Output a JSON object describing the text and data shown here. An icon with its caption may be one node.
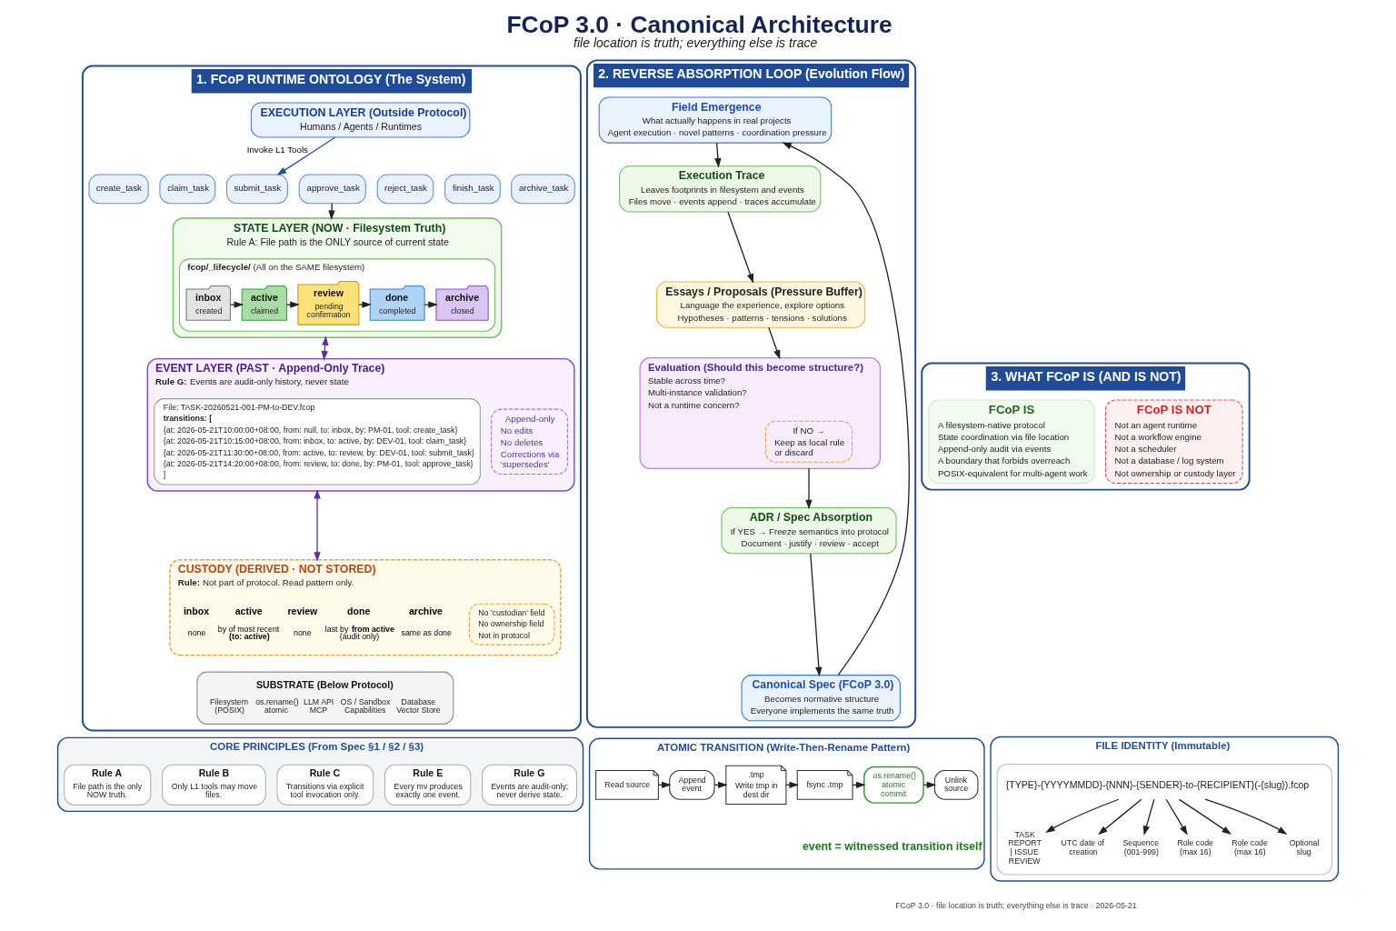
{
  "diagram": {
    "title": "FCoP 3.0 · Canonical Architecture",
    "caption": "file location is truth; everything else is trace",
    "nodes": [
      {
        "text": [
          "1. FCoP RUNTIME ONTOLOGY (The System)"
        ]
      },
      {
        "text": [
          "EXECUTION LAYER (Outside Protocol)",
          "Humans / Agents / Runtimes"
        ],
        "in": 0
      },
      {
        "text": [
          "create_task"
        ],
        "in": 0
      },
      {
        "text": [
          "claim_task"
        ],
        "in": 0
      },
      {
        "text": [
          "submit_task"
        ],
        "in": 0
      },
      {
        "text": [
          "approve_task"
        ],
        "in": 0
      },
      {
        "text": [
          "reject_task"
        ],
        "in": 0
      },
      {
        "text": [
          "finish_task"
        ],
        "in": 0
      },
      {
        "text": [
          "archive_task"
        ],
        "in": 0
      },
      {
        "text": [
          "STATE LAYER (NOW · Filesystem Truth)",
          "Rule A: File path is the ONLY source of current state"
        ],
        "in": 0
      },
      {
        "text": [
          "**fcop/_lifecycle/** (All on the SAME filesystem)"
        ],
        "in": 9
      },
      {
        "text": [
          "inbox",
          "created"
        ],
        "in": 10
      },
      {
        "text": [
          "active",
          "claimed"
        ],
        "in": 10
      },
      {
        "text": [
          "review",
          "pending confirmation"
        ],
        "in": 10
      },
      {
        "text": [
          "done",
          "completed"
        ],
        "in": 10
      },
      {
        "text": [
          "archive",
          "closed"
        ],
        "in": 10
      },
      {
        "text": [
          "EVENT LAYER (PAST · Append-Only Trace)",
          "**Rule G:** Events are audit-only history, never state"
        ],
        "in": 0
      },
      {
        "text": [
          "File: TASK-20260521-001-PM-to-DEV.fcop",
          "transitions: [",
          "{at: 2026-05-21T10:00:00+08:00, from: null, to: inbox, by: PM-01, tool: create_task}",
          "{at: 2026-05-21T10:15:00+08:00, from: inbox, to: active, by: DEV-01, tool: claim_task}",
          "{at: 2026-05-21T11:30:00+08:00, from: active, to: review, by: DEV-01, tool: submit_task}",
          "{at: 2026-05-21T14:20:00+08:00, from: review, to: done, by: PM-01, tool: approve_task}",
          "]"
        ],
        "in": 16
      },
      {
        "text": [
          "Append-only",
          "No edits",
          "No deletes",
          "Corrections via 'supersedes'"
        ],
        "in": 16
      },
      {
        "text": [
          "CUSTODY (DERIVED · NOT STORED)",
          "**Rule:** Not part of protocol. Read pattern only."
        ],
        "in": 0
      },
      {
        "text": [
          "No 'custodian' field",
          "No ownership field",
          "Not in protocol"
        ],
        "in": 19
      },
      {
        "text": [
          "SUBSTRATE (Below Protocol)",
          "Filesystem (POSIX)",
          "os.rename() atomic",
          "LLM API MCP",
          "OS / Sandbox Capabilities",
          "Database Vector Store"
        ],
        "in": 0
      },
      {
        "text": [
          "2. REVERSE ABSORPTION LOOP (Evolution Flow)"
        ]
      },
      {
        "text": [
          "Field Emergence",
          "What actually happens in real projects",
          "Agent execution · novel patterns · coordination pressure"
        ],
        "in": 22
      },
      {
        "text": [
          "Execution Trace",
          "Leaves footprints in filesystem and events",
          "Files move · events append · traces accumulate"
        ],
        "in": 22
      },
      {
        "text": [
          "Essays / Proposals (Pressure Buffer)",
          "Language the experience, explore options",
          "Hypotheses · patterns · tensions · solutions"
        ],
        "in": 22
      },
      {
        "text": [
          "Evaluation (Should this become structure?)",
          "Stable across time?",
          "Multi-instance validation?",
          "Not a runtime concern?"
        ],
        "in": 22
      },
      {
        "text": [
          "If NO →",
          "Keep as local rule or discard"
        ],
        "in": 26
      },
      {
        "text": [
          "ADR / Spec Absorption",
          "If YES → Freeze semantics into protocol",
          "Document · justify · review · accept"
        ],
        "in": 22
      },
      {
        "text": [
          "Canonical Spec (FCoP 3.0)",
          "Becomes normative structure",
          "Everyone implements the same truth"
        ],
        "in": 22
      },
      {
        "text": [
          "3. WHAT FCoP IS (AND IS NOT)"
        ]
      },
      {
        "text": [
          "FCoP IS",
          "A filesystem-native protocol",
          "State coordination via file location",
          "Append-only audit via events",
          "A boundary that forbids overreach",
          "POSIX-equivalent for multi-agent work"
        ],
        "in": 30
      },
      {
        "text": [
          "FCoP IS NOT",
          "Not an agent runtime",
          "Not a workflow engine",
          "Not a scheduler",
          "Not a database / log system",
          "Not ownership or custody layer"
        ],
        "in": 30
      },
      {
        "text": [
          "CORE PRINCIPLES (From Spec §1 / §2 / §3)"
        ]
      },
      {
        "text": [
          "Rule A",
          "File path is the only NOW truth."
        ],
        "in": 33
      },
      {
        "text": [
          "Rule B",
          "Only L1 tools may move files."
        ],
        "in": 33
      },
      {
        "text": [
          "Rule C",
          "Transitions via explicit tool invocation only."
        ],
        "in": 33
      },
      {
        "text": [
          "Rule E",
          "Every mv produces exactly one event."
        ],
        "in": 33
      },
      {
        "text": [
          "Rule G",
          "Events are audit-only; never derive state."
        ],
        "in": 33
      },
      {
        "text": [
          "ATOMIC TRANSITION (Write-Then-Rename Pattern)"
        ]
      },
      {
        "text": [
          "Read source"
        ],
        "in": 39
      },
      {
        "text": [
          "Append event"
        ],
        "in": 39
      },
      {
        "text": [
          ".tmp",
          "Write tmp in dest dir"
        ],
        "in": 39
      },
      {
        "text": [
          "fsync .tmp"
        ],
        "in": 39
      },
      {
        "text": [
          "os.rename() atomic commit"
        ],
        "in": 39
      },
      {
        "text": [
          "Unlink source"
        ],
        "in": 39
      },
      {
        "text": [
          "FILE IDENTITY (Immutable)"
        ]
      },
      {
        "text": [],
        "shape": "box",
        "in": 46
      },
      {
        "text": [
          "{TYPE}-{YYYYMMDD}-{NNN}-{SENDER}-to-{RECIPIENT}(-{slug}).fcop"
        ],
        "in": 47
      },
      {
        "text": [
          "TASK REPORT | ISSUE REVIEW"
        ],
        "in": 47
      },
      {
        "text": [
          "UTC date of creation"
        ],
        "in": 47
      },
      {
        "text": [
          "Sequence (001-999)"
        ],
        "in": 47
      },
      {
        "text": [
          "Role code (max 16)"
        ],
        "in": 47
      },
      {
        "text": [
          "Role code (max 16)"
        ],
        "in": 47
      },
      {
        "text": [
          "Optional slug"
        ],
        "in": 47
      }
    ],
    "edges": [
      {
        "from": 1,
        "to": 4,
        "arrow": "to",
        "label": "Invoke L1 Tools",
        "color": "#1f4fa8"
      },
      {
        "from": 5,
        "to": 9,
        "arrow": "to"
      },
      {
        "from": 11,
        "to": 12,
        "arrow": "to"
      },
      {
        "from": 12,
        "to": 13,
        "arrow": "to"
      },
      {
        "from": 13,
        "to": 14,
        "arrow": "to"
      },
      {
        "from": 14,
        "to": 15,
        "arrow": "to"
      },
      {
        "from": 9,
        "to": 16,
        "arrow": "both",
        "color": "#5a2ea6"
      },
      {
        "from": 16,
        "to": 19,
        "arrow": "both",
        "color": "#5a2ea6"
      },
      {
        "from": 23,
        "to": 24,
        "arrow": "to"
      },
      {
        "from": 24,
        "to": 25,
        "arrow": "to"
      },
      {
        "from": 25,
        "to": 26,
        "arrow": "to"
      },
      {
        "from": 26,
        "to": 28,
        "arrow": "to"
      },
      {
        "from": 28,
        "to": 29,
        "arrow": "to"
      },
      {
        "from": 29,
        "to": 23,
        "arrow": "to"
      },
      {
        "from": 40,
        "to": 41,
        "arrow": "to"
      },
      {
        "from": 41,
        "to": 42,
        "arrow": "to"
      },
      {
        "from": 42,
        "to": 43,
        "arrow": "to"
      },
      {
        "from": 43,
        "to": 44,
        "arrow": "to"
      },
      {
        "from": 44,
        "to": 45,
        "arrow": "to"
      },
      {
        "from": 48,
        "to": 49,
        "arrow": "to"
      },
      {
        "from": 48,
        "to": 50,
        "arrow": "to"
      },
      {
        "from": 48,
        "to": 51,
        "arrow": "to"
      },
      {
        "from": 48,
        "to": 52,
        "arrow": "to"
      },
      {
        "from": 48,
        "to": 53,
        "arrow": "to"
      },
      {
        "from": 48,
        "to": 54,
        "arrow": "to"
      }
    ],
    "labels": [
      "inbox",
      "active",
      "review",
      "done",
      "archive",
      "none",
      "by of most recent **(to: active)**",
      "none",
      "last by **from active** (audit only)",
      "same as done",
      "event = witnessed transition itself",
      "FCoP 3.0 · file location is truth; everything else is trace · 2026-05-21"
    ]
  }
}
